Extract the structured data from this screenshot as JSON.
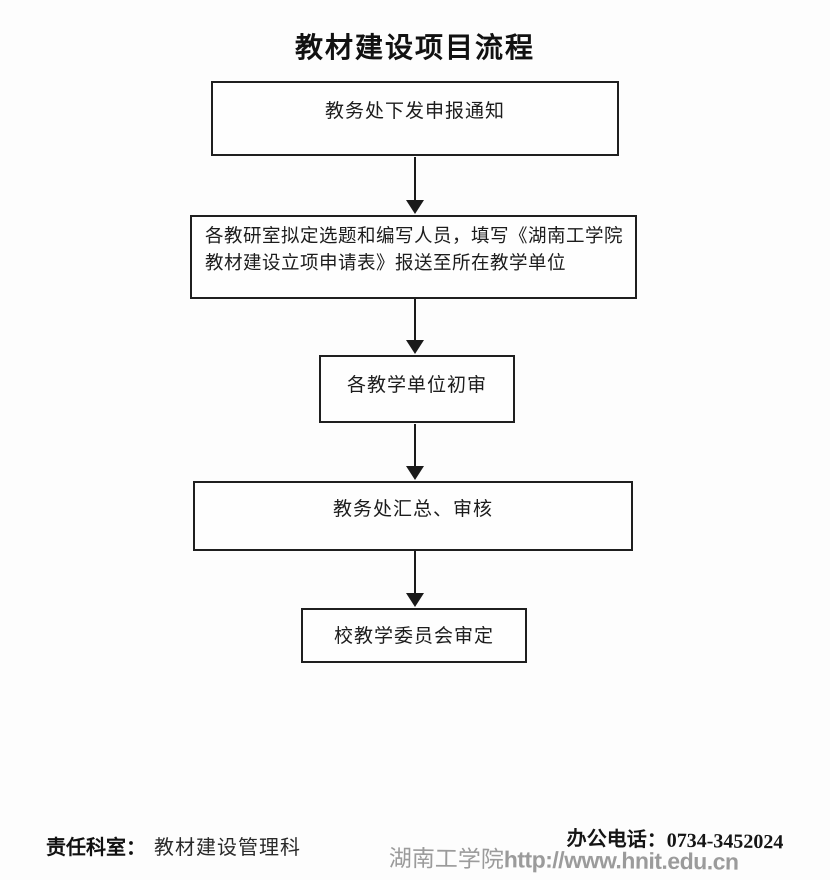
{
  "title": "教材建设项目流程",
  "flowchart": {
    "nodes": [
      {
        "id": "notice",
        "lines": [
          "教务处下发申报通知"
        ]
      },
      {
        "id": "application",
        "lines": [
          "各教研室拟定选题和编写人员，填写《湖南工学院",
          "教材建设立项申请表》报送至所在教学单位"
        ]
      },
      {
        "id": "unit-review",
        "lines": [
          "各教学单位初审"
        ]
      },
      {
        "id": "office-review",
        "lines": [
          "教务处汇总、审核"
        ]
      },
      {
        "id": "committee-review",
        "lines": [
          "校教学委员会审定"
        ]
      }
    ]
  },
  "footer": {
    "dept_label": "责任科室：",
    "dept_value": "教材建设管理科",
    "phone_label": "办公电话：",
    "phone_value": "0734-3452024",
    "watermark_cn": "湖南工学院",
    "watermark_url": "http://www.hnit.edu.cn"
  },
  "colors": {
    "ink": "#1a1a1a",
    "border": "#1f1f1f",
    "watermark": "#9b9b9b",
    "background": "#fdfdfd"
  }
}
